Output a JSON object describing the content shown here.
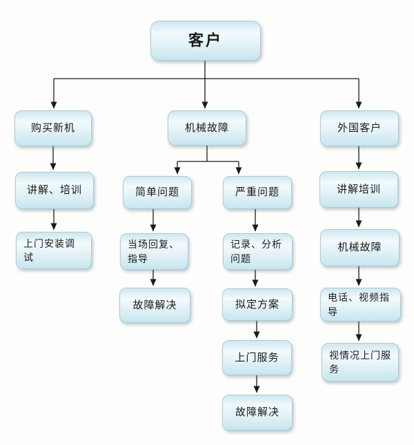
{
  "diagram": {
    "nodes": [
      {
        "id": "customer",
        "label": "客户"
      },
      {
        "id": "buy-new-machine",
        "label": "购买新机"
      },
      {
        "id": "mechanical-fault",
        "label": "机械故障"
      },
      {
        "id": "foreign-customer",
        "label": "外国客户"
      },
      {
        "id": "explain-and-training",
        "label": "讲解、培训"
      },
      {
        "id": "simple-problem",
        "label": "简单问题"
      },
      {
        "id": "serious-problem",
        "label": "严重问题"
      },
      {
        "id": "explain-training",
        "label": "讲解培训"
      },
      {
        "id": "onsite-install-debug",
        "label": "上门安装调试"
      },
      {
        "id": "onsite-reply-guide",
        "label": "当场回复、指导"
      },
      {
        "id": "record-analyze-problem",
        "label": "记录、分析问题"
      },
      {
        "id": "fault-solved-simple",
        "label": "故障解决"
      },
      {
        "id": "draft-plan",
        "label": "拟定方案"
      },
      {
        "id": "mechanical-fault-foreign",
        "label": "机械故障"
      },
      {
        "id": "phone-video-guide",
        "label": "电话、视频指导"
      },
      {
        "id": "onsite-service",
        "label": "上门服务"
      },
      {
        "id": "situational-onsite-service",
        "label": "视情况上门服务"
      },
      {
        "id": "fault-solved-serious",
        "label": "故障解决"
      }
    ],
    "edges": [
      {
        "from": "customer",
        "to": "buy-new-machine"
      },
      {
        "from": "customer",
        "to": "mechanical-fault"
      },
      {
        "from": "customer",
        "to": "foreign-customer"
      },
      {
        "from": "buy-new-machine",
        "to": "explain-and-training"
      },
      {
        "from": "explain-and-training",
        "to": "onsite-install-debug"
      },
      {
        "from": "mechanical-fault",
        "to": "simple-problem"
      },
      {
        "from": "mechanical-fault",
        "to": "serious-problem"
      },
      {
        "from": "simple-problem",
        "to": "onsite-reply-guide"
      },
      {
        "from": "onsite-reply-guide",
        "to": "fault-solved-simple"
      },
      {
        "from": "serious-problem",
        "to": "record-analyze-problem"
      },
      {
        "from": "record-analyze-problem",
        "to": "draft-plan"
      },
      {
        "from": "draft-plan",
        "to": "onsite-service"
      },
      {
        "from": "onsite-service",
        "to": "fault-solved-serious"
      },
      {
        "from": "foreign-customer",
        "to": "explain-training"
      },
      {
        "from": "explain-training",
        "to": "mechanical-fault-foreign"
      },
      {
        "from": "mechanical-fault-foreign",
        "to": "phone-video-guide"
      },
      {
        "from": "phone-video-guide",
        "to": "situational-onsite-service"
      }
    ],
    "colors": {
      "node_fill_top": "#cfe7ee",
      "node_fill_light": "#f2fafc",
      "node_fill_bottom": "#c7e6ef",
      "node_border": "#a9ccd8",
      "connector": "#1a1a1a",
      "text": "#1b1b1b",
      "background": "#fdfdfb"
    }
  }
}
